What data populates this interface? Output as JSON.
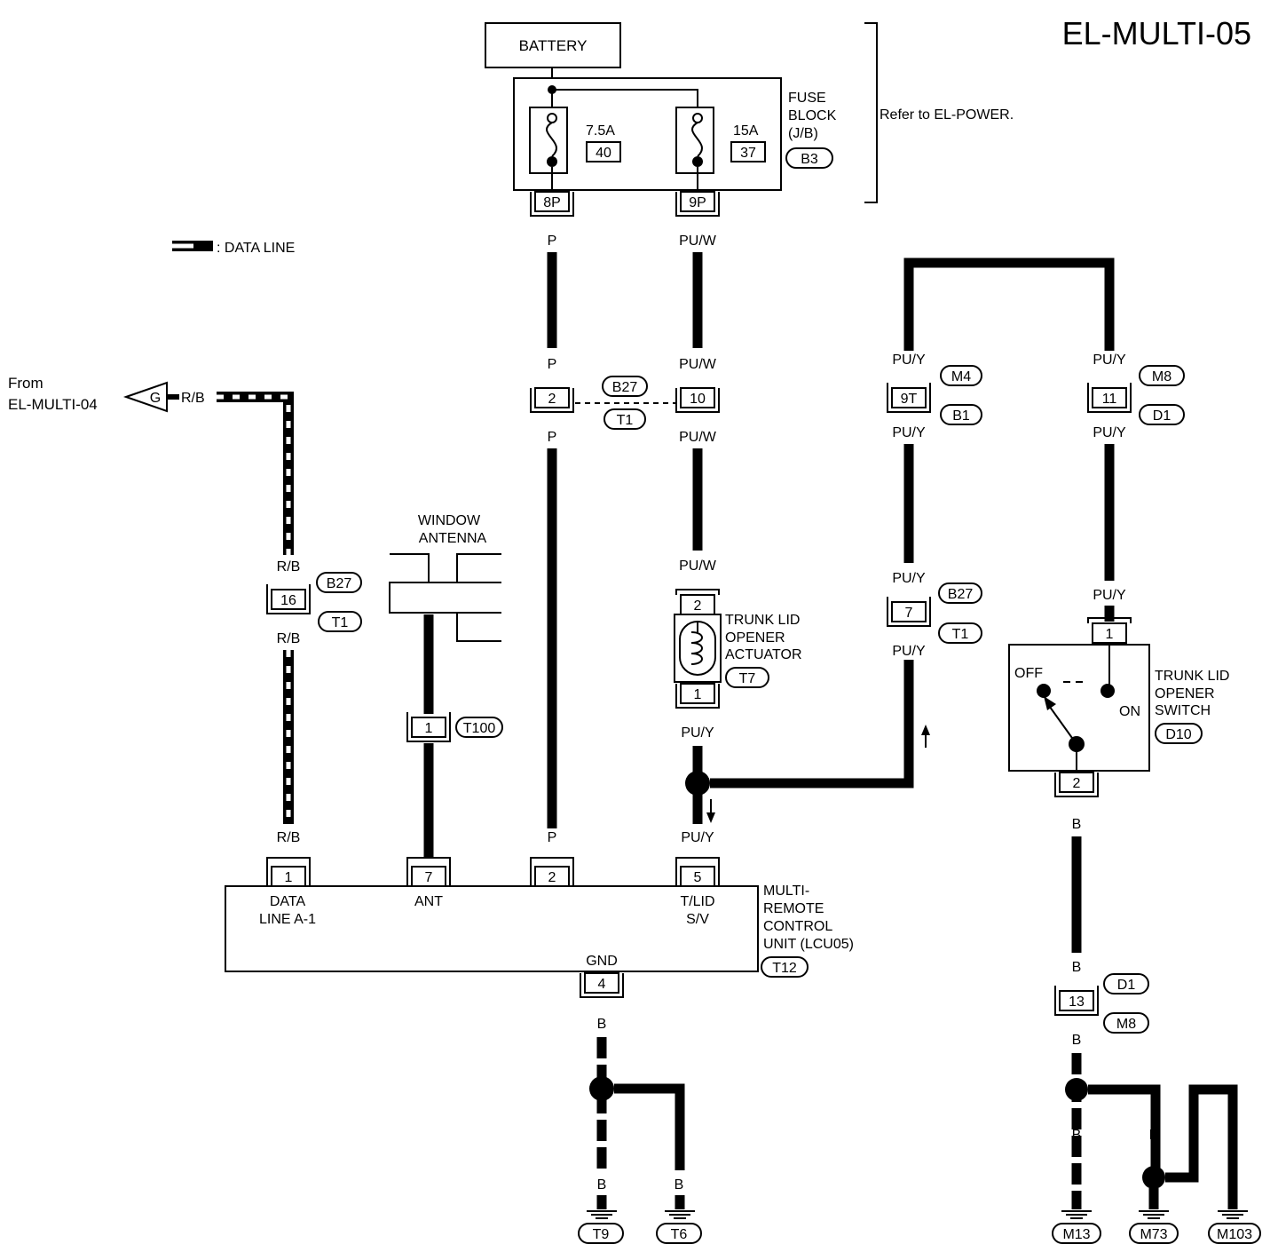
{
  "page_title": "EL-MULTI-05",
  "battery_label": "BATTERY",
  "fuse_block": {
    "label_lines": [
      "FUSE",
      "BLOCK",
      "(J/B)"
    ],
    "connector": "B3",
    "reference": "Refer to EL-POWER.",
    "fuses": [
      {
        "rating": "7.5A",
        "number": "40",
        "pin": "8P"
      },
      {
        "rating": "15A",
        "number": "37",
        "pin": "9P"
      }
    ]
  },
  "legend": {
    "label": ": DATA LINE"
  },
  "from_ref": {
    "lines": [
      "From",
      "EL-MULTI-04"
    ],
    "terminal": "G",
    "wire": "R/B"
  },
  "wire_colors": {
    "p": "P",
    "puw": "PU/W",
    "puy": "PU/Y",
    "rb": "R/B",
    "b": "B"
  },
  "connectors": {
    "b27": "B27",
    "t1": "T1",
    "m4": "M4",
    "b1": "B1",
    "m8": "M8",
    "d1": "D1",
    "t7": "T7",
    "t100": "T100",
    "t12": "T12",
    "d10": "D10"
  },
  "pins": {
    "p2": "2",
    "p10": "10",
    "p16": "16",
    "p9t": "9T",
    "p11": "11",
    "p7": "7",
    "act2": "2",
    "act1": "1",
    "ant1": "1",
    "sw1": "1",
    "sw2": "2",
    "u1": "1",
    "u7": "7",
    "u2": "2",
    "u5": "5",
    "u4": "4",
    "p13": "13"
  },
  "window_antenna": {
    "lines": [
      "WINDOW",
      "ANTENNA"
    ]
  },
  "actuator": {
    "lines": [
      "TRUNK LID",
      "OPENER",
      "ACTUATOR"
    ]
  },
  "switch": {
    "lines": [
      "TRUNK LID",
      "OPENER",
      "SWITCH"
    ],
    "off": "OFF",
    "on": "ON"
  },
  "control_unit": {
    "lines": [
      "MULTI-",
      "REMOTE",
      "CONTROL",
      "UNIT (LCU05)"
    ],
    "term_data": [
      "DATA",
      "LINE A-1"
    ],
    "term_ant": "ANT",
    "term_tlid": [
      "T/LID",
      "S/V"
    ],
    "term_gnd": "GND"
  },
  "grounds": [
    "T9",
    "T6",
    "M13",
    "M73",
    "M103"
  ]
}
